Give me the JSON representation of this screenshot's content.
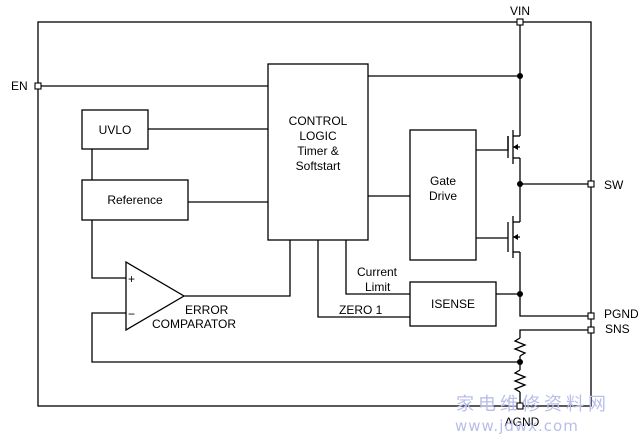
{
  "pins": {
    "vin": "VIN",
    "en": "EN",
    "sw": "SW",
    "pgnd": "PGND",
    "sns": "SNS",
    "agnd": "AGND"
  },
  "blocks": {
    "uvlo": "UVLO",
    "reference": "Reference",
    "control_logic": [
      "CONTROL",
      "LOGIC",
      "Timer &",
      "Softstart"
    ],
    "gate_drive": [
      "Gate",
      "Drive"
    ],
    "isense": "ISENSE"
  },
  "signals": {
    "current_limit": [
      "Current",
      "Limit"
    ],
    "zero1": "ZERO 1"
  },
  "comparator": {
    "plus": "+",
    "minus": "−",
    "label": [
      "ERROR",
      "COMPARATOR"
    ]
  },
  "watermark": {
    "cn": "家电维修资料网",
    "url": "www.jdwx.com"
  }
}
